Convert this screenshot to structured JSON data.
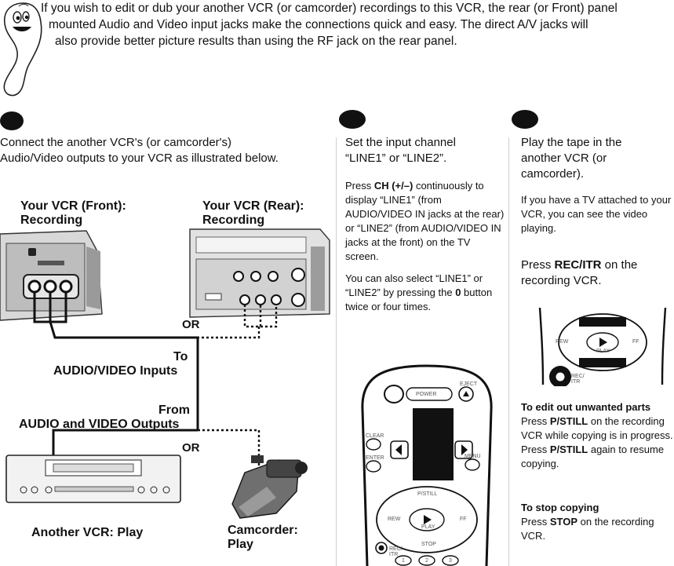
{
  "intro": {
    "line1": "If you wish to edit or dub your another VCR (or camcorder) recordings to this VCR, the rear (or Front) panel",
    "line2": "mounted Audio and Video input jacks make the connections quick and easy. The direct A/V jacks will",
    "line3": "also provide better picture results than using the RF jack on the rear panel."
  },
  "col1": {
    "instruction_line1": "Connect the another VCR's (or camcorder's)",
    "instruction_line2": "Audio/Video outputs to your VCR as illustrated below.",
    "front_label_1": "Your VCR (Front):",
    "front_label_2": "Recording",
    "rear_label_1": "Your VCR (Rear):",
    "rear_label_2": "Recording",
    "or_1": "OR",
    "to_label": "To",
    "inputs_label": "AUDIO/VIDEO Inputs",
    "from_label": "From",
    "outputs_label": "AUDIO and VIDEO Outputs",
    "or_2": "OR",
    "another_vcr_label": "Another VCR: Play",
    "camcorder_label_1": "Camcorder:",
    "camcorder_label_2": "Play"
  },
  "col2": {
    "heading_line1": "Set the input channel",
    "heading_line2": "“LINE1” or “LINE2”.",
    "press_prefix": "Press ",
    "press_key": "CH (+/–)",
    "press_rest": " continuously to display “LINE1” (from AUDIO/VIDEO IN jacks at the rear) or “LINE2” (from AUDIO/VIDEO IN jacks at the front) on the TV screen.",
    "also_prefix": "You can also select “LINE1” or “LINE2” by pressing the ",
    "also_key": "0",
    "also_rest": " button twice or four times.",
    "remote": {
      "power": "POWER",
      "eject": "EJECT",
      "clear": "CLEAR",
      "enter": "ENTER",
      "menu": "MENU",
      "pstill": "P/STILL",
      "rew": "REW",
      "play": "PLAY",
      "ff": "FF",
      "stop": "STOP",
      "rec": "REC/ ITR",
      "num1": "1",
      "num2": "2",
      "num3": "3"
    }
  },
  "col3": {
    "heading_line1": "Play the tape in the",
    "heading_line2": "another VCR (or",
    "heading_line3": "camcorder).",
    "tv_note": "If you have a TV attached to your VCR, you can see the video playing.",
    "press_prefix": "Press ",
    "press_key": "REC/ITR",
    "press_rest": " on the recording VCR.",
    "remote": {
      "rew": "REW",
      "play": "PLAY",
      "ff": "FF",
      "rec": "REC/ ITR"
    },
    "edit_title": "To edit out unwanted parts",
    "edit_prefix": "Press ",
    "edit_key": "P/STILL",
    "edit_mid": " on the recording VCR while copying is in progress. Press ",
    "edit_key2": "P/STILL",
    "edit_rest": " again to resume copying.",
    "stop_title": "To stop copying",
    "stop_prefix": "Press ",
    "stop_key": "STOP",
    "stop_rest": " on the recording VCR."
  }
}
